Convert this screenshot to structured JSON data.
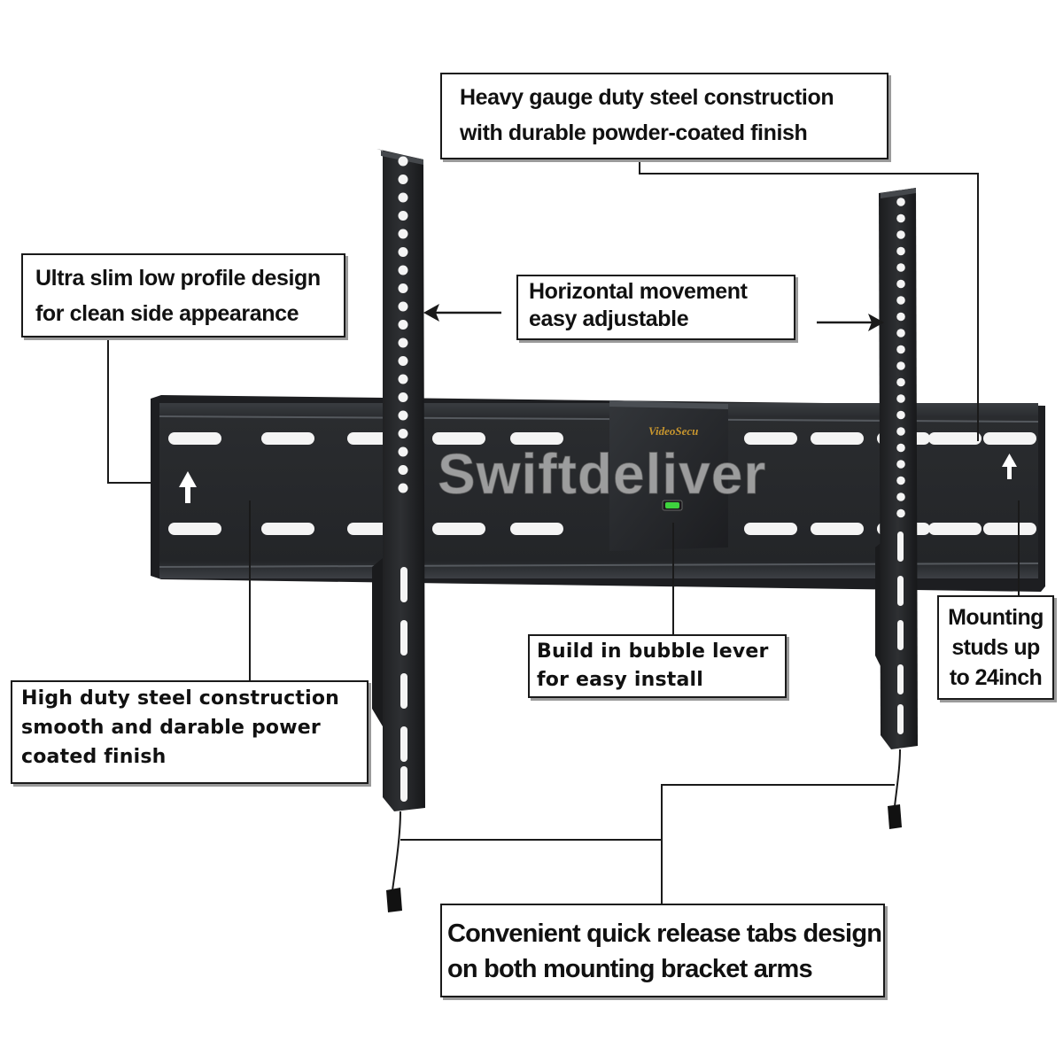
{
  "callouts": {
    "heavy_gauge": {
      "lines": [
        "Heavy gauge duty steel construction",
        " with durable powder-coated finish"
      ]
    },
    "ultra_slim": {
      "lines": [
        "Ultra slim low profile design",
        " for clean side appearance"
      ]
    },
    "horizontal": {
      "lines": [
        "Horizontal movement",
        "easy adjustable"
      ]
    },
    "high_duty": {
      "lines": [
        "High duty steel construction",
        " smooth and darable power",
        " coated finish"
      ]
    },
    "bubble": {
      "lines": [
        "Build in bubble lever",
        "for easy install"
      ]
    },
    "mounting": {
      "lines": [
        "Mounting",
        "studs up",
        " to 24inch"
      ]
    },
    "quick_release": {
      "lines": [
        "Convenient quick release tabs design",
        "on both mounting bracket arms"
      ]
    }
  },
  "watermark": "Swiftdeliver",
  "brand_label": "VideoSecu",
  "colors": {
    "background": "#ffffff",
    "steel": "#2b2d30",
    "steel_dark": "#141517",
    "steel_edge": "#4a4d52",
    "slot": "#f4f4f4",
    "callout_border": "#1a1a1a",
    "level_green": "#3ed33e",
    "brand_gold": "#c8962e"
  },
  "icons": [
    "up-arrow-icon",
    "bubble-level-icon",
    "left-arrow-icon",
    "right-arrow-icon"
  ]
}
